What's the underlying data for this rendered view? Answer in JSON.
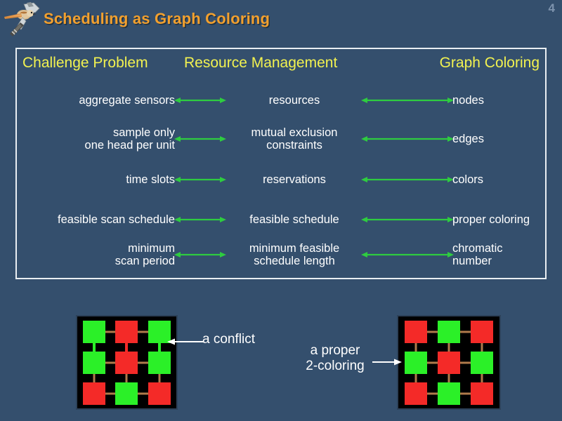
{
  "slide": {
    "title": "Scheduling as Graph Coloring",
    "page_number": "4",
    "logo_icon": "bird-kestrel-icon",
    "background_color": "#344f6d",
    "title_color": "#f2a02e",
    "header_color": "#f2f250",
    "body_color": "#ffffff",
    "arrow_color": "#2ecc40"
  },
  "mapping_table": {
    "headers": [
      "Challenge Problem",
      "Resource Management",
      "Graph Coloring"
    ],
    "rows": [
      {
        "challenge": "aggregate sensors",
        "resource": "resources",
        "graph": "nodes"
      },
      {
        "challenge": "sample only\none head per unit",
        "resource": "mutual exclusion\nconstraints",
        "graph": "edges"
      },
      {
        "challenge": "time slots",
        "resource": "reservations",
        "graph": "colors"
      },
      {
        "challenge": "feasible scan schedule",
        "resource": "feasible schedule",
        "graph": "proper coloring"
      },
      {
        "challenge": "minimum\nscan period",
        "resource": "minimum feasible\nschedule length",
        "graph": "chromatic\nnumber"
      }
    ]
  },
  "diagrams": {
    "conflict_label": "a conflict",
    "proper_label": "a proper\n2-coloring",
    "node_colors": {
      "green": "#2bf028",
      "red": "#f42a28"
    },
    "edge_colors": {
      "neutral": "#b07a4a",
      "conflict_green": "#2bf028",
      "conflict_red": "#f42a28"
    },
    "left_grid": {
      "caption": "a conflict",
      "nodes": [
        [
          "green",
          "red",
          "green"
        ],
        [
          "green",
          "red",
          "green"
        ],
        [
          "red",
          "green",
          "red"
        ]
      ],
      "conflict_edges": [
        "left-vertical-row1-row2",
        "center-vertical-row1-row2",
        "right-vertical-row1-row2"
      ]
    },
    "right_grid": {
      "caption": "a proper 2-coloring",
      "nodes": [
        [
          "red",
          "green",
          "red"
        ],
        [
          "green",
          "red",
          "green"
        ],
        [
          "red",
          "green",
          "red"
        ]
      ],
      "conflict_edges": []
    }
  }
}
